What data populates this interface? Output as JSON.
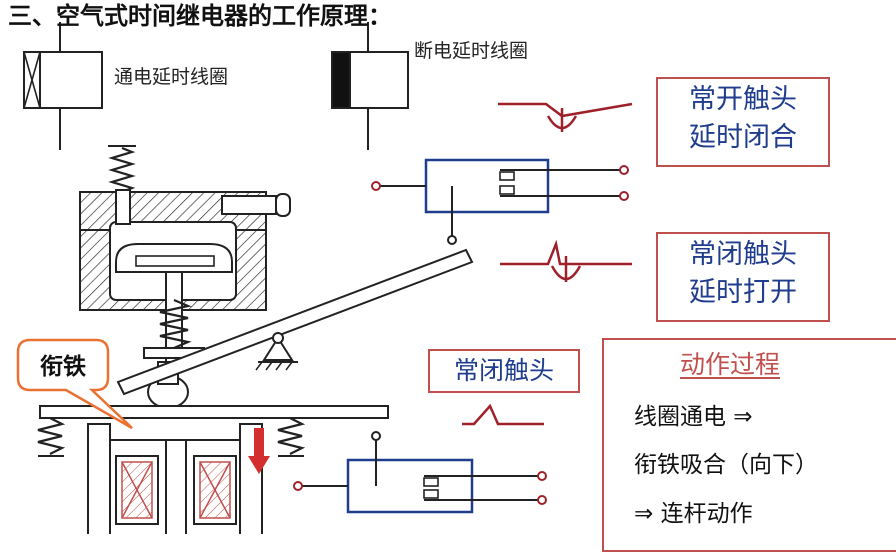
{
  "heading": "三、空气式时间继电器的工作原理：",
  "coil_on_label": "通电延时线圈",
  "coil_off_label": "断电延时线圈",
  "no_contact": {
    "line1": "常开触头",
    "line2": "延时闭合"
  },
  "nc_contact": {
    "line1": "常闭触头",
    "line2": "延时打开"
  },
  "nc_contact_instant": "常闭触头",
  "armature_label": "衔铁",
  "process": {
    "title": "动作过程",
    "step1": "线圈通电 ⇒",
    "step2": "衔铁吸合（向下）",
    "step3": "⇒  连杆动作"
  },
  "colors": {
    "contact_red": "#a0202a",
    "box_blue": "#1f3d8c",
    "border_red": "#c0504d",
    "callout_orange": "#e97132"
  }
}
